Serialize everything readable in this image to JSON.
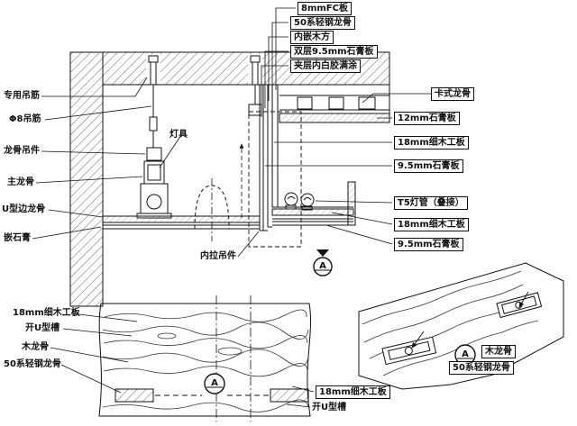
{
  "labels": {
    "top": [
      "8mmFC板",
      "50系轻钢龙骨",
      "内嵌木方",
      "双层9.5mm石膏板",
      "夹层内白胶满涂"
    ],
    "right": [
      "卡式龙骨",
      "12mm石膏板",
      "18mm细木工板",
      "9.5mm石膏板",
      "T5灯管（叠接）",
      "18mm细木工板",
      "9.5mm石膏板"
    ],
    "left": [
      "专用吊筋",
      "Φ8吊筋",
      "龙骨吊件",
      "主龙骨",
      "U型边龙骨",
      "嵌石膏"
    ],
    "center": {
      "light_fixture": "灯具",
      "inner_pull_hanger": "内拉吊件"
    },
    "bottom_left": [
      "18mm细木工板",
      "开U型槽",
      "木龙骨",
      "50系轻钢龙骨"
    ],
    "bottom_center": [
      "18mm细木工板",
      "开U型槽"
    ],
    "bottom_right": [
      "木龙骨",
      "50系轻钢龙骨"
    ],
    "section_markers": [
      "A",
      "A",
      "A"
    ]
  },
  "colors": {
    "line": "#1a1a1a",
    "background": "#ffffff"
  }
}
